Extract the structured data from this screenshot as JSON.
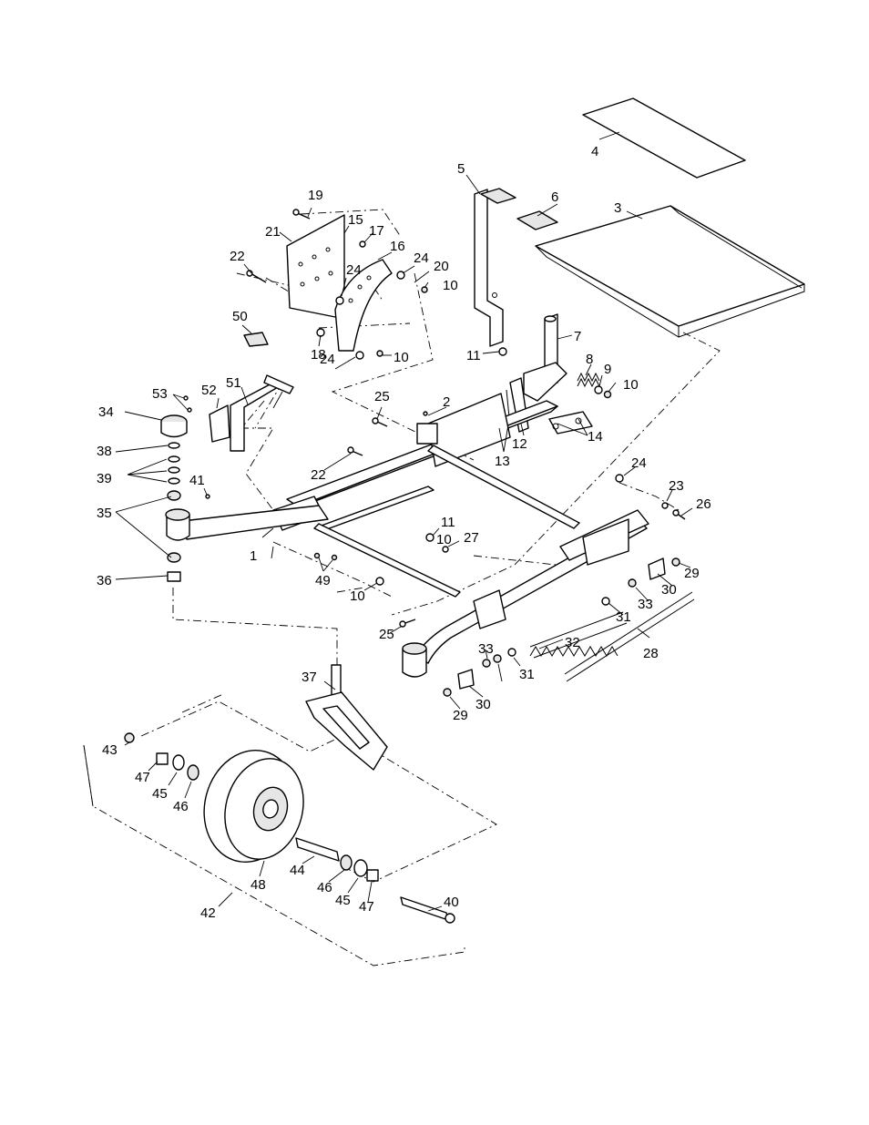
{
  "callouts": [
    "1",
    "2",
    "3",
    "4",
    "5",
    "6",
    "7",
    "8",
    "9",
    "10",
    "10",
    "10",
    "10",
    "10",
    "11",
    "11",
    "12",
    "13",
    "14",
    "15",
    "16",
    "17",
    "18",
    "19",
    "20",
    "21",
    "22",
    "22",
    "23",
    "24",
    "24",
    "24",
    "24",
    "25",
    "25",
    "26",
    "27",
    "28",
    "29",
    "29",
    "30",
    "30",
    "31",
    "31",
    "32",
    "33",
    "33",
    "34",
    "35",
    "36",
    "37",
    "38",
    "39",
    "40",
    "41",
    "42",
    "43",
    "44",
    "45",
    "45",
    "46",
    "46",
    "47",
    "47",
    "48",
    "49",
    "50",
    "51",
    "52",
    "53"
  ]
}
